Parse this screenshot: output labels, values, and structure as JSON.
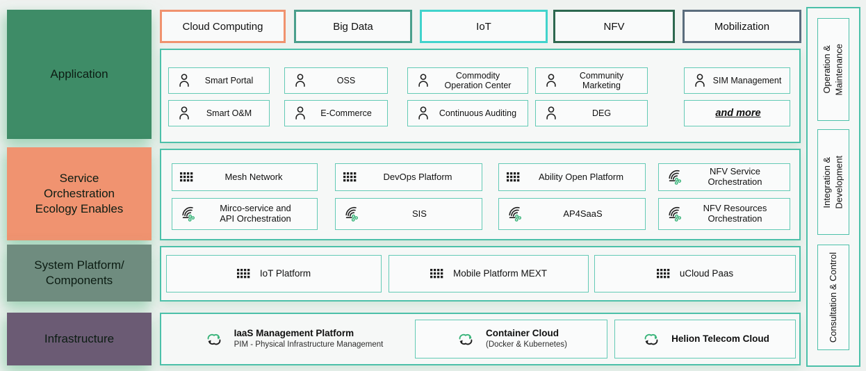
{
  "left_rail": {
    "items": [
      {
        "label": "Application",
        "color": "#3e8c67"
      },
      {
        "label": "Service\nOrchestration\nEcology Enables",
        "color": "#f09370"
      },
      {
        "label": "System Platform/\nComponents",
        "color": "#6f8c7f"
      },
      {
        "label": "Infrastructure",
        "color": "#6b5b74"
      }
    ]
  },
  "top_badges": [
    {
      "label": "Cloud Computing",
      "border_color": "#f0926e"
    },
    {
      "label": "Big Data",
      "border_color": "#4a9f8c"
    },
    {
      "label": "IoT",
      "border_color": "#41d3cc"
    },
    {
      "label": "NFV",
      "border_color": "#2d684f"
    },
    {
      "label": "Mobilization",
      "border_color": "#5b6d7d"
    }
  ],
  "application": {
    "rows": [
      [
        {
          "icon": "person",
          "label": "Smart Portal"
        },
        {
          "icon": "person",
          "label": "OSS"
        },
        {
          "icon": "person",
          "label": "Commodity\nOperation Center"
        },
        {
          "icon": "person",
          "label": "Community\nMarketing"
        },
        {
          "icon": "person",
          "label": "SIM Management"
        }
      ],
      [
        {
          "icon": "person",
          "label": "Smart O&M"
        },
        {
          "icon": "person",
          "label": "E-Commerce"
        },
        {
          "icon": "person",
          "label": "Continuous Auditing"
        },
        {
          "icon": "person",
          "label": "DEG"
        },
        {
          "icon": null,
          "label": "and more",
          "emphasis": true
        }
      ]
    ]
  },
  "service_orchestration": {
    "rows": [
      [
        {
          "icon": "grid",
          "label": "Mesh Network"
        },
        {
          "icon": "grid",
          "label": "DevOps Platform"
        },
        {
          "icon": "grid",
          "label": "Ability Open Platform"
        },
        {
          "icon": "swirl",
          "label": "NFV Service\nOrchestration"
        }
      ],
      [
        {
          "icon": "swirl",
          "label": "Mirco-service and\nAPI Orchestration"
        },
        {
          "icon": "swirl",
          "label": "SIS"
        },
        {
          "icon": "swirl",
          "label": "AP4SaaS"
        },
        {
          "icon": "swirl",
          "label": "NFV Resources\nOrchestration"
        }
      ]
    ]
  },
  "system_platform": {
    "items": [
      {
        "icon": "grid",
        "label": "IoT Platform"
      },
      {
        "icon": "grid",
        "label": "Mobile Platform MEXT"
      },
      {
        "icon": "grid",
        "label": "uCloud Paas"
      }
    ]
  },
  "infrastructure": {
    "items": [
      {
        "icon": "cloud-sync",
        "title": "IaaS Management Platform",
        "subtitle": "PIM - Physical Infrastructure Management",
        "boxed": false
      },
      {
        "icon": "cloud-sync",
        "title": "Container Cloud",
        "subtitle": "(Docker & Kubernetes)",
        "boxed": true
      },
      {
        "icon": "cloud-sync",
        "title": "Helion Telecom Cloud",
        "subtitle": "",
        "boxed": true
      }
    ]
  },
  "right_rail": {
    "items": [
      {
        "label": "Operation &\nMaintenance"
      },
      {
        "label": "Integration &\nDevelopment"
      },
      {
        "label": "Consultation & Control"
      }
    ]
  },
  "colors": {
    "container_border": "#4cc0a9",
    "item_border": "#63cab5",
    "icon_green": "#35b277",
    "icon_dark": "#1e1e1e"
  }
}
